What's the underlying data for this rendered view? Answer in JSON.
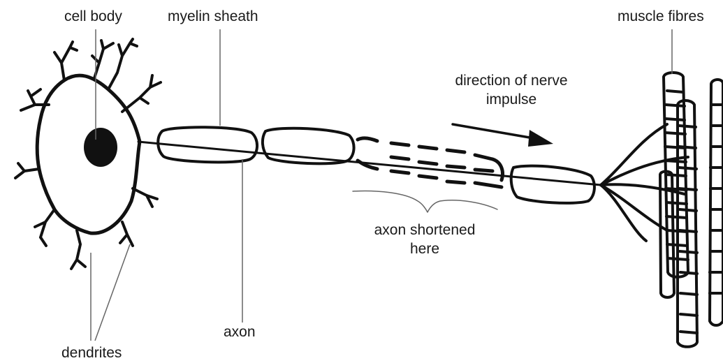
{
  "labels": {
    "cell_body": "cell body",
    "myelin_sheath": "myelin sheath",
    "muscle_fibres": "muscle fibres",
    "direction_line1": "direction of nerve",
    "direction_line2": "impulse",
    "axon_shortened_line1": "axon shortened",
    "axon_shortened_line2": "here",
    "axon": "axon",
    "dendrites": "dendrites"
  },
  "colors": {
    "ink": "#111111",
    "text": "#1a1a1a",
    "pointer": "#666666",
    "background": "#ffffff"
  }
}
